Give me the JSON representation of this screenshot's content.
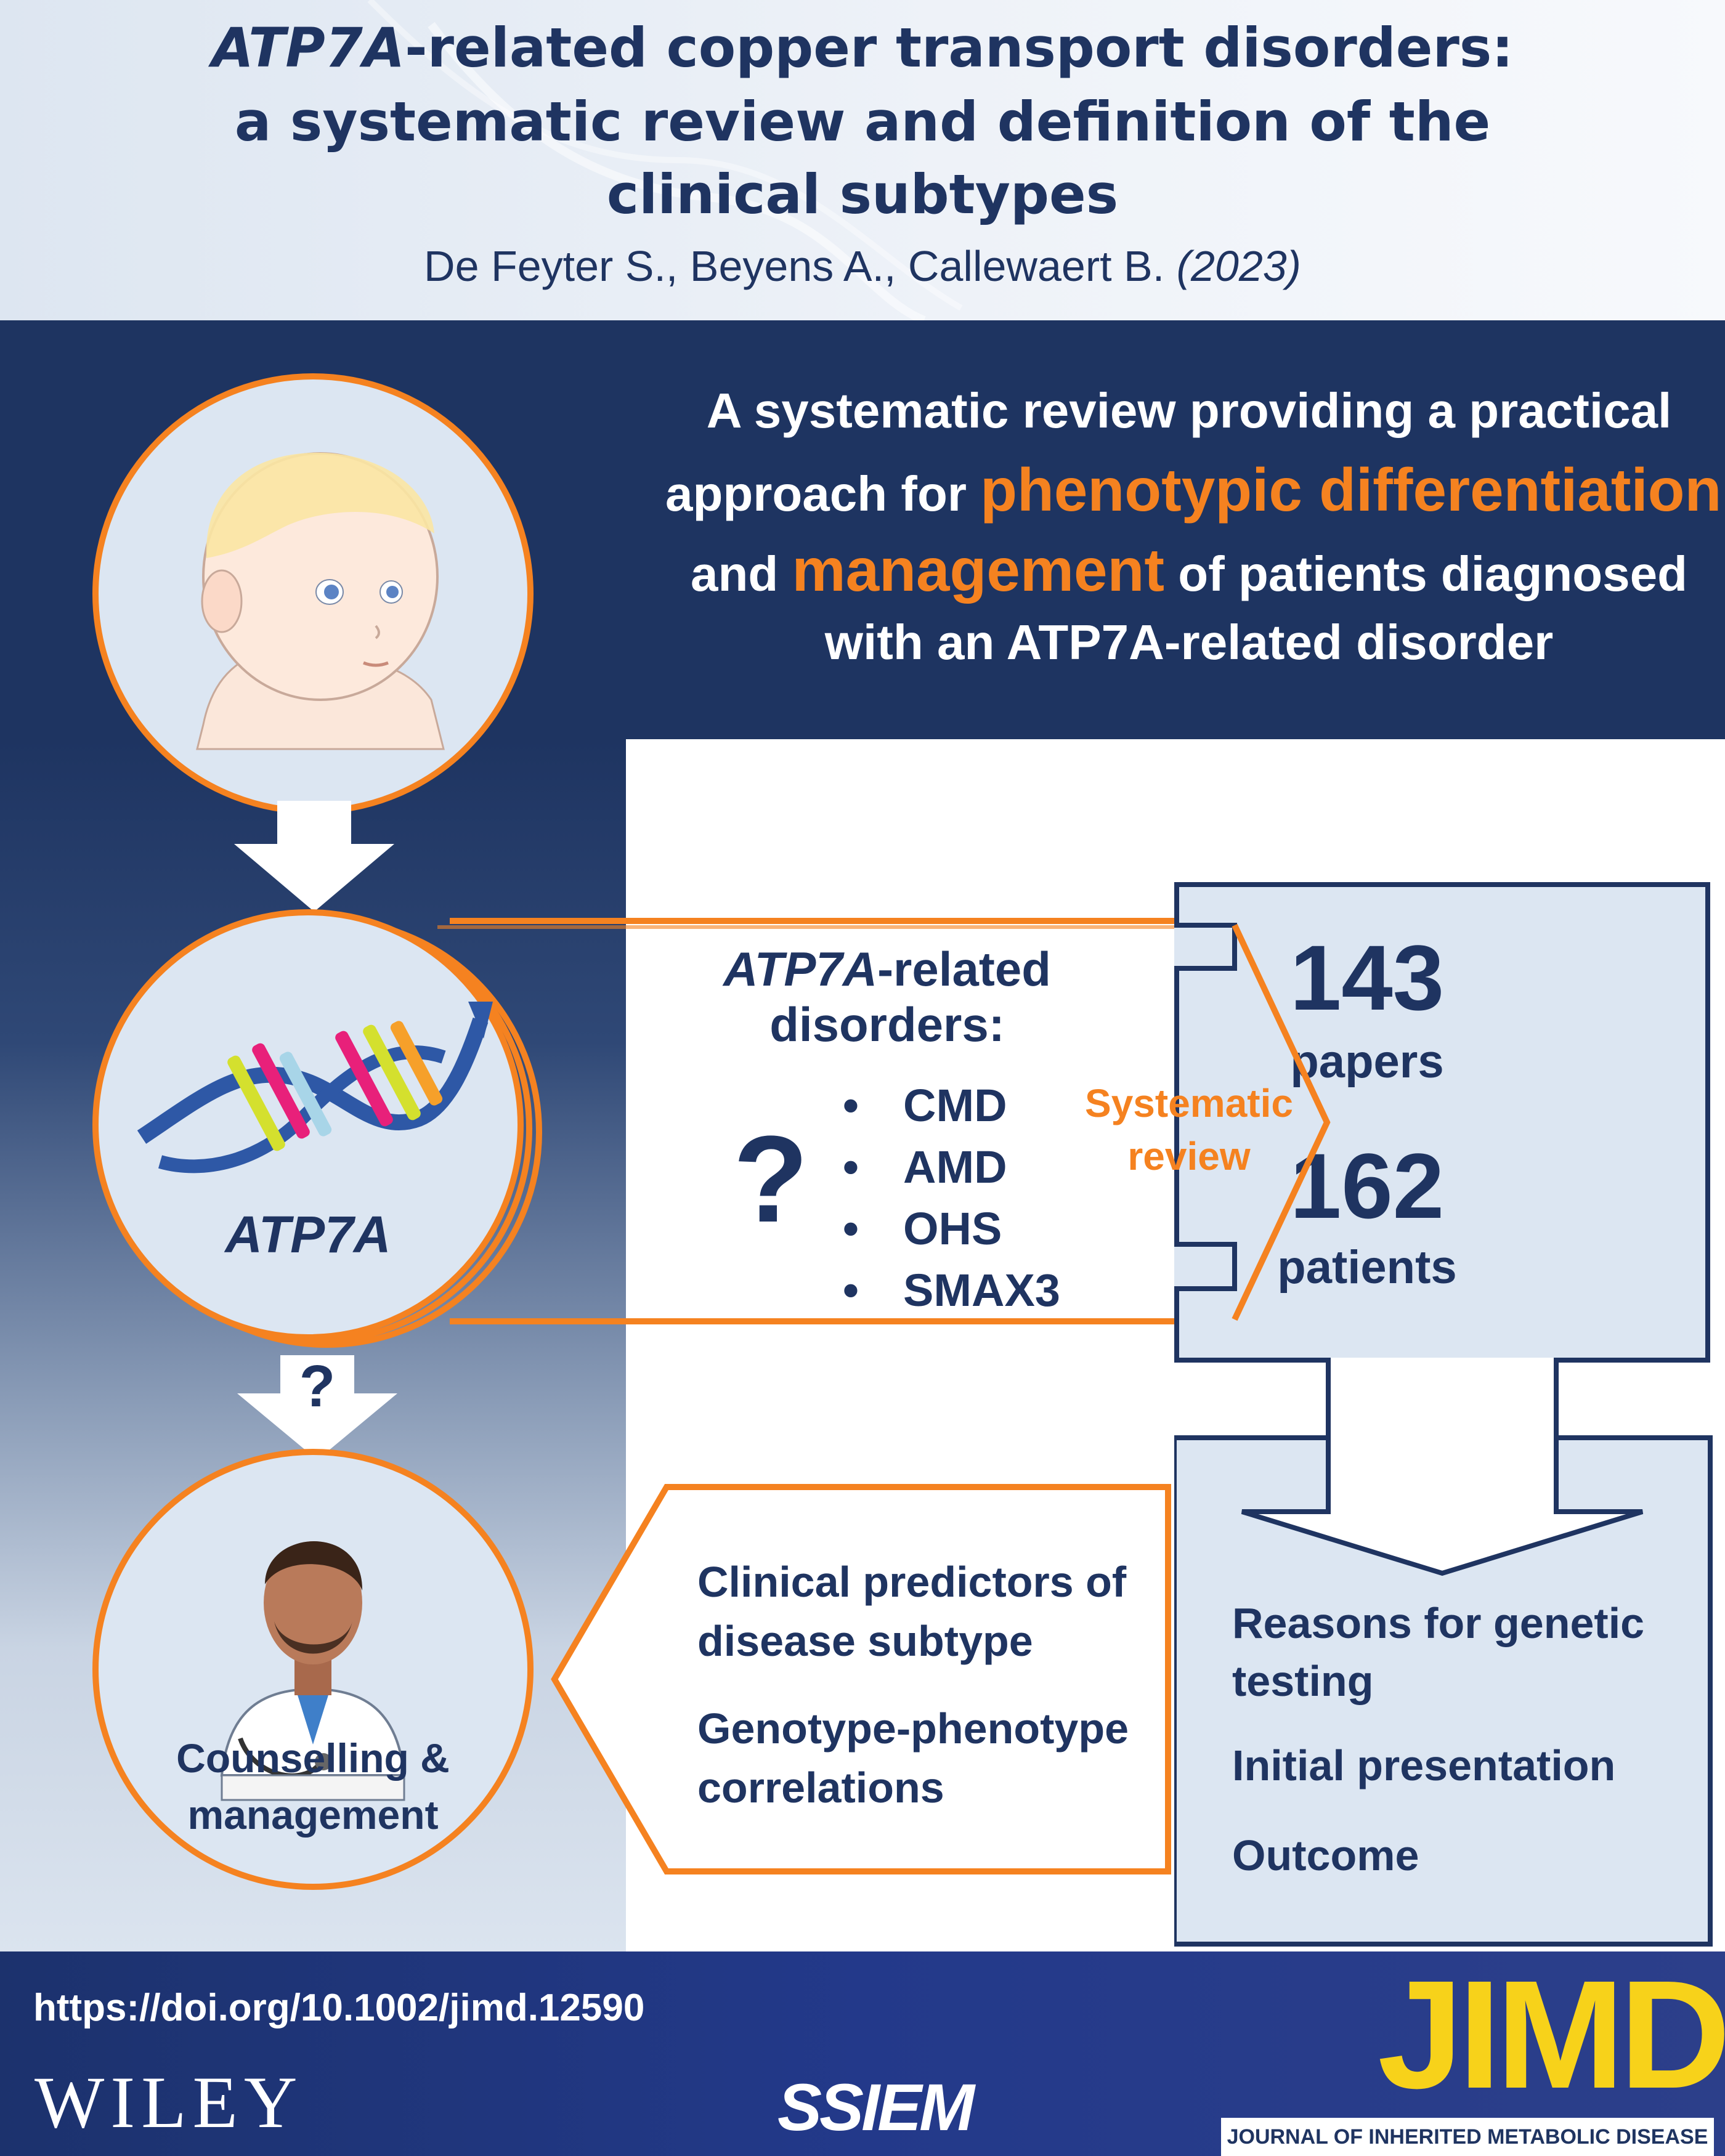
{
  "header": {
    "title_italic": "ATP7A",
    "title_line1_rest": "-related copper transport disorders:",
    "title_line2": "a systematic review and definition of the",
    "title_line3": "clinical subtypes",
    "authors": "De Feyter S., Beyens A., Callewaert B.",
    "year": "(2023)"
  },
  "intro": {
    "line1": "A systematic review providing a practical",
    "line2_pre": "approach for ",
    "line2_hl": "phenotypic differentiation",
    "line3_pre": "and ",
    "line3_hl": "management",
    "line3_post": " of patients diagnosed",
    "line4": "with an ATP7A-related disorder"
  },
  "gene_circle": {
    "label": "ATP7A"
  },
  "disorders": {
    "title_italic": "ATP7A",
    "title_rest": "-related",
    "title_line2": "disorders:",
    "question": "?",
    "items": [
      "CMD",
      "AMD",
      "OHS",
      "SMAX3"
    ],
    "bullet": "•"
  },
  "review": {
    "line1": "Systematic",
    "line2": "review"
  },
  "stats": {
    "papers_value": "143",
    "papers_label": "papers",
    "patients_value": "162",
    "patients_label": "patients"
  },
  "arrow_question": "?",
  "counselling": {
    "line1": "Counselling &",
    "line2": "management"
  },
  "predictors": {
    "p1_line1": "Clinical predictors of",
    "p1_line2": "disease subtype",
    "p2_line1": "Genotype-phenotype",
    "p2_line2": "correlations"
  },
  "outcomes": {
    "o1_line1": "Reasons for genetic",
    "o1_line2": "testing",
    "o2": "Initial presentation",
    "o3": "Outcome"
  },
  "footer": {
    "doi": "https://doi.org/10.1002/jimd.12590",
    "publisher": "WILEY",
    "society": "SSIEM",
    "journal_abbr": "JIMD",
    "journal_name": "JOURNAL OF INHERITED METABOLIC DISEASE"
  },
  "colors": {
    "navy": "#1e3461",
    "orange": "#f58220",
    "light_blue": "#dce6f2",
    "yellow": "#f7d21a"
  }
}
